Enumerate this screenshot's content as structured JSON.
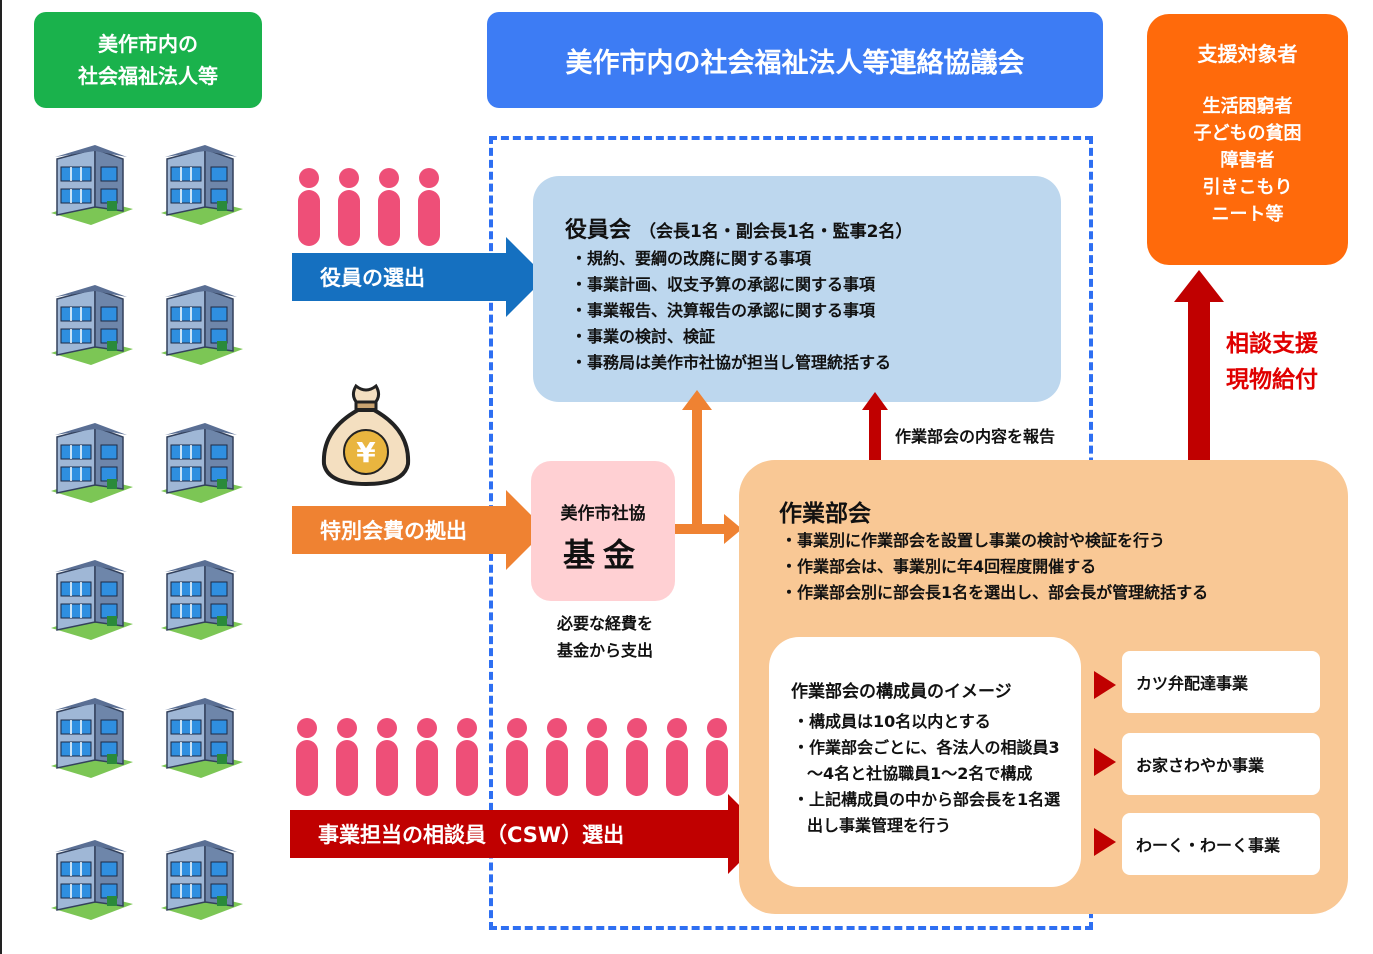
{
  "headers": {
    "left": [
      "美作市内の",
      "社会福祉法人等"
    ],
    "center": "美作市内の社会福祉法人等連絡協議会",
    "right_title": "支援対象者",
    "right_items": [
      "生活困窮者",
      "子どもの貧困",
      "障害者",
      "引きこもり",
      "ニート等"
    ]
  },
  "flows": {
    "officers": "役員の選出",
    "fee": "特別会費の拠出",
    "csw": "事業担当の相談員（CSW）選出"
  },
  "board": {
    "title": "役員会",
    "subtitle": "（会長1名・副会長1名・監事2名）",
    "items": [
      "・規約、要綱の改廃に関する事項",
      "・事業計画、収支予算の承認に関する事項",
      "・事業報告、決算報告の承認に関する事項",
      "・事業の検討、検証",
      "・事務局は美作市社協が担当し管理統括する"
    ]
  },
  "fund": {
    "line1": "美作市社協",
    "line2": "基金",
    "note": [
      "必要な経費を",
      "基金から支出"
    ]
  },
  "report_note": "作業部会の内容を報告",
  "support_note": [
    "相談支援",
    "現物給付"
  ],
  "working_group": {
    "title": "作業部会",
    "items": [
      "・事業別に作業部会を設置し事業の検討や検証を行う",
      "・作業部会は、事業別に年4回程度開催する",
      "・作業部会別に部会長1名を選出し、部会長が管理統括する"
    ],
    "inner_title": "作業部会の構成員のイメージ",
    "inner_items": [
      "・構成員は10名以内とする",
      "・作業部会ごとに、各法人の相談員3～4名と社協職員1～2名で構成",
      "・上記構成員の中から部会長を1名選出し事業管理を行う"
    ],
    "projects": [
      "カツ弁配達事業",
      "お家さわやか事業",
      "わーく・わーく事業"
    ]
  },
  "colors": {
    "green": "#1ab24c",
    "blue": "#3d7cf4",
    "orange": "#ff6a0b",
    "arrow_blue": "#1570c0",
    "arrow_orange": "#ef8232",
    "arrow_red": "#c00000",
    "person_pink": "#ee4f78"
  }
}
